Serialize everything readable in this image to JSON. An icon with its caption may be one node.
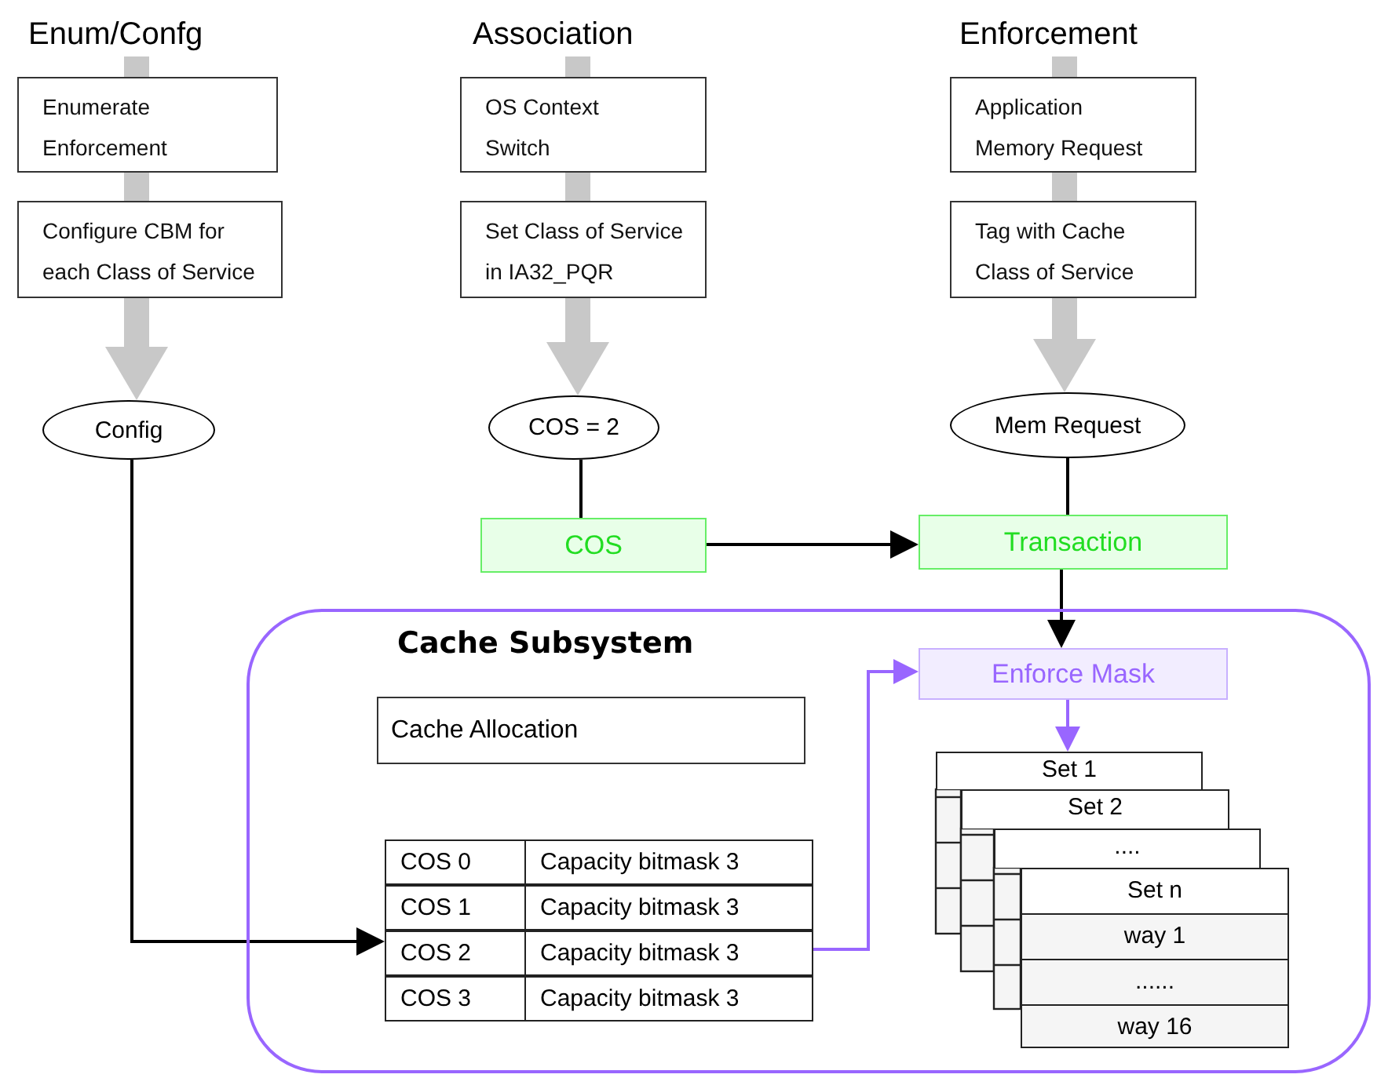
{
  "diagram": {
    "nodes": [
      {
        "text": [
          "Enum/Confg"
        ]
      },
      {
        "text": [
          "Enumerate Enforcement"
        ]
      },
      {
        "text": [
          "Configure CBM for each Class of Service"
        ]
      },
      {
        "text": [
          "Config"
        ]
      },
      {
        "text": [
          "Association"
        ]
      },
      {
        "text": [
          "OS Context Switch"
        ]
      },
      {
        "text": [
          "Set Class of Service in IA32_PQR"
        ]
      },
      {
        "text": [
          "COS = 2"
        ]
      },
      {
        "text": [
          "Enforcement"
        ]
      },
      {
        "text": [
          "Application Memory Request"
        ]
      },
      {
        "text": [
          "Tag with Cache Class of Service"
        ]
      },
      {
        "text": [
          "Mem Request"
        ]
      },
      {
        "text": [
          "COS"
        ]
      },
      {
        "text": [
          "Transaction"
        ]
      },
      {
        "text": [
          "Cache Subsystem"
        ]
      },
      {
        "text": [
          "Cache Allocation"
        ],
        "in": 14
      },
      {
        "text": [
          "COS 0",
          "Capacity bitmask 3"
        ],
        "in": 14
      },
      {
        "text": [
          "COS 1",
          "Capacity bitmask 3"
        ],
        "in": 14
      },
      {
        "text": [
          "COS 2",
          "Capacity bitmask 3"
        ],
        "in": 14
      },
      {
        "text": [
          "COS 3",
          "Capacity bitmask 3"
        ],
        "in": 14
      },
      {
        "text": [
          "Enforce Mask"
        ],
        "in": 14
      },
      {
        "text": [
          "Set 1"
        ],
        "in": 14
      },
      {
        "text": [
          "Set 2"
        ],
        "in": 14
      },
      {
        "text": [
          "...."
        ],
        "in": 14
      },
      {
        "text": [
          "Set n",
          "way 1",
          "......",
          "way 16"
        ],
        "in": 14
      }
    ],
    "edges": [
      {
        "from": 0,
        "to": 1,
        "arrow": "none"
      },
      {
        "from": 1,
        "to": 2,
        "arrow": "none"
      },
      {
        "from": 2,
        "to": 3,
        "arrow": "to"
      },
      {
        "from": 4,
        "to": 5,
        "arrow": "none"
      },
      {
        "from": 5,
        "to": 6,
        "arrow": "none"
      },
      {
        "from": 6,
        "to": 7,
        "arrow": "to"
      },
      {
        "from": 8,
        "to": 9,
        "arrow": "none"
      },
      {
        "from": 9,
        "to": 10,
        "arrow": "none"
      },
      {
        "from": 10,
        "to": 11,
        "arrow": "to"
      },
      {
        "from": 7,
        "to": 12,
        "arrow": "none",
        "color": "#000000"
      },
      {
        "from": 11,
        "to": 13,
        "arrow": "none",
        "color": "#000000"
      },
      {
        "from": 12,
        "to": 13,
        "arrow": "to",
        "color": "#000000"
      },
      {
        "from": 13,
        "to": 20,
        "arrow": "to",
        "color": "#000000"
      },
      {
        "from": 3,
        "to": 18,
        "arrow": "to",
        "color": "#000000"
      },
      {
        "from": 18,
        "to": 20,
        "arrow": "to",
        "color": "#9966ff"
      },
      {
        "from": 20,
        "to": 21,
        "arrow": "to",
        "color": "#9966ff"
      }
    ]
  }
}
